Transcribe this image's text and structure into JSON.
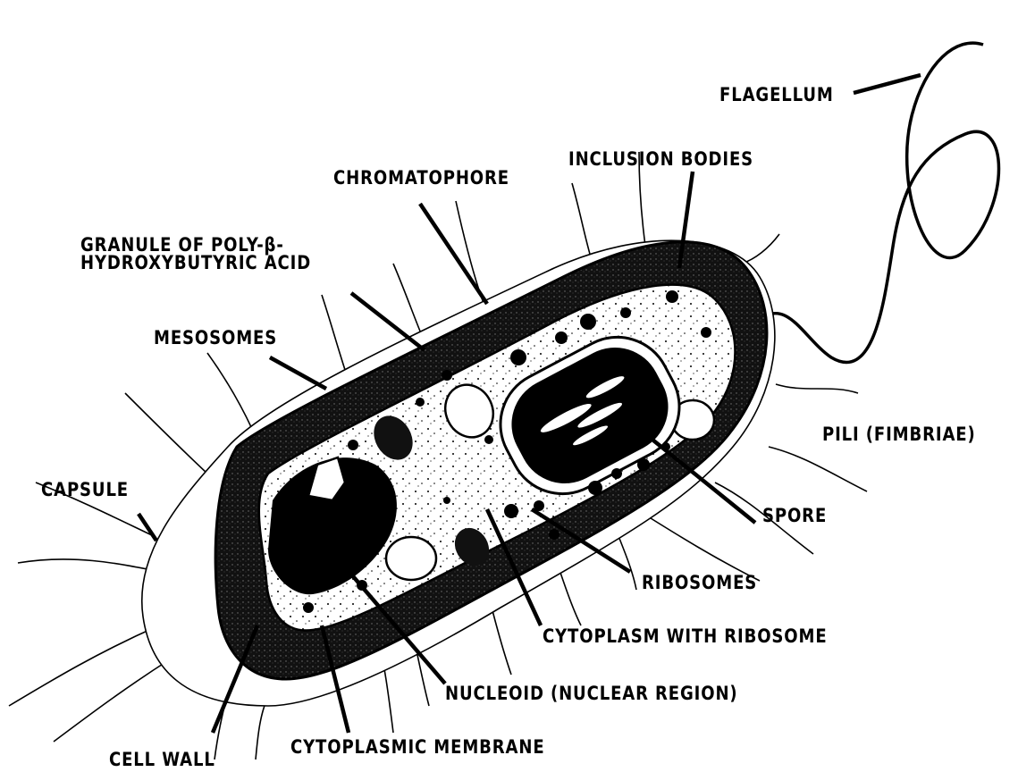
{
  "labels": {
    "flagellum": "FLAGELLUM",
    "inclusion_bodies": "INCLUSION BODIES",
    "chromatophore": "CHROMATOPHORE",
    "granule_line1": "GRANULE OF POLY-β-",
    "granule_line2": "HYDROXYBUTYRIC ACID",
    "mesosomes": "MESOSOMES",
    "pili": "PILI (FIMBRIAE)",
    "capsule": "CAPSULE",
    "spore": "SPORE",
    "ribosomes": "RIBOSOMES",
    "cytoplasm": "CYTOPLASM WITH RIBOSOME",
    "nucleoid": "NUCLEOID (NUCLEAR REGION)",
    "cell_wall": "CELL WALL",
    "cytoplasmic_membrane": "CYTOPLASMIC MEMBRANE"
  },
  "colors": {
    "ink": "#000000",
    "paper": "#ffffff",
    "cytoplasm": "#f4f4f4"
  }
}
